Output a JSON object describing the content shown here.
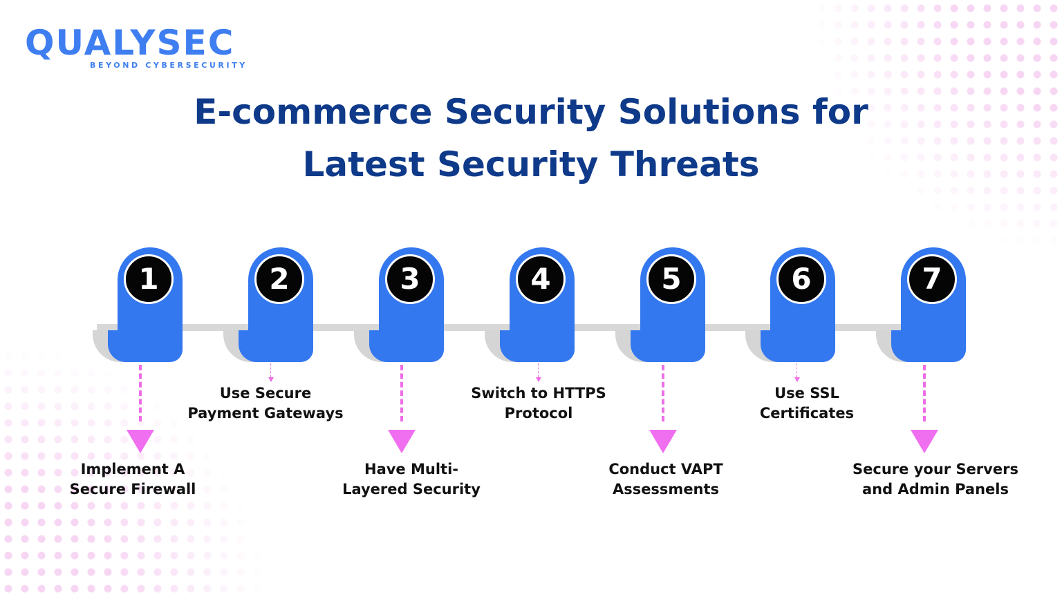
{
  "brand": {
    "name": "QUALYSEC",
    "tagline": "BEYOND CYBERSECURITY",
    "color": "#3f7ef0"
  },
  "title": {
    "line1": "E-commerce Security Solutions for",
    "line2": "Latest Security Threats",
    "color": "#0f3a8a"
  },
  "colors": {
    "tab": "#3478f0",
    "number_circle": "#050505",
    "connector": "#f06ef0",
    "track": "#d8d8d8",
    "dots": "#f7d6f3"
  },
  "steps": [
    {
      "number": "1",
      "line1": "Implement A",
      "line2": "Secure Firewall",
      "position": "below"
    },
    {
      "number": "2",
      "line1": "Use Secure",
      "line2": "Payment Gateways",
      "position": "above"
    },
    {
      "number": "3",
      "line1": "Have Multi-",
      "line2": "Layered Security",
      "position": "below"
    },
    {
      "number": "4",
      "line1": "Switch to HTTPS",
      "line2": "Protocol",
      "position": "above"
    },
    {
      "number": "5",
      "line1": "Conduct VAPT",
      "line2": "Assessments",
      "position": "below"
    },
    {
      "number": "6",
      "line1": "Use SSL",
      "line2": "Certificates",
      "position": "above"
    },
    {
      "number": "7",
      "line1": "Secure your Servers",
      "line2": "and Admin Panels",
      "position": "below"
    }
  ]
}
